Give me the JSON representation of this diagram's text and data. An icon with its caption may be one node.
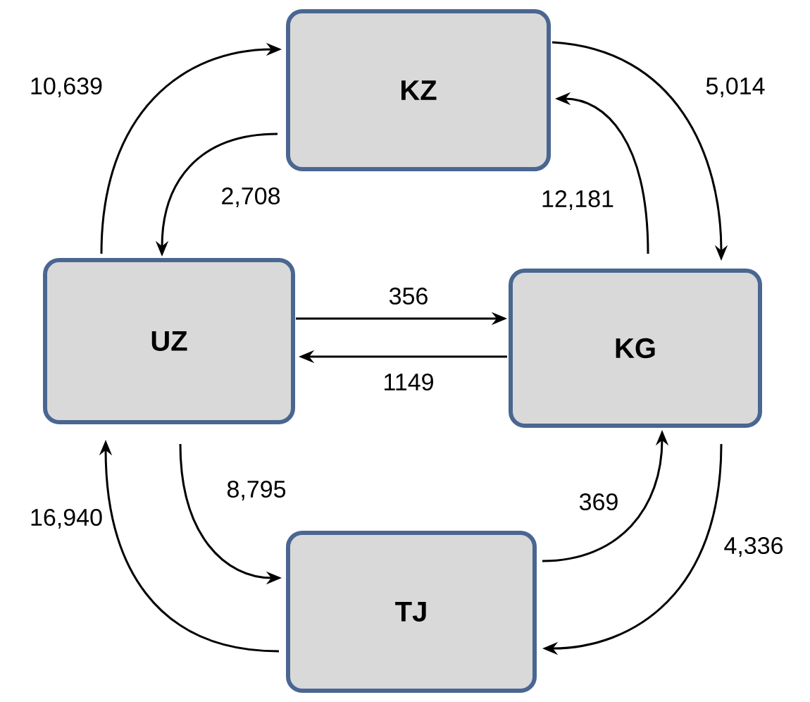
{
  "diagram": {
    "nodes": [
      {
        "text": [
          "KZ"
        ]
      },
      {
        "text": [
          "UZ"
        ]
      },
      {
        "text": [
          "KG"
        ]
      },
      {
        "text": [
          "TJ"
        ]
      }
    ],
    "edges": [
      {
        "from": 1,
        "to": 0,
        "arrow": "to",
        "label": "10,639"
      },
      {
        "from": 0,
        "to": 1,
        "arrow": "to",
        "label": "2,708"
      },
      {
        "from": 0,
        "to": 2,
        "arrow": "to",
        "label": "5,014"
      },
      {
        "from": 2,
        "to": 0,
        "arrow": "to",
        "label": "12,181"
      },
      {
        "from": 1,
        "to": 2,
        "arrow": "to",
        "label": "356"
      },
      {
        "from": 2,
        "to": 1,
        "arrow": "to",
        "label": "1149"
      },
      {
        "from": 1,
        "to": 3,
        "arrow": "to",
        "label": "8,795"
      },
      {
        "from": 3,
        "to": 1,
        "arrow": "to",
        "label": "16,940"
      },
      {
        "from": 3,
        "to": 2,
        "arrow": "to",
        "label": "369"
      },
      {
        "from": 2,
        "to": 3,
        "arrow": "to",
        "label": "4,336"
      }
    ]
  }
}
